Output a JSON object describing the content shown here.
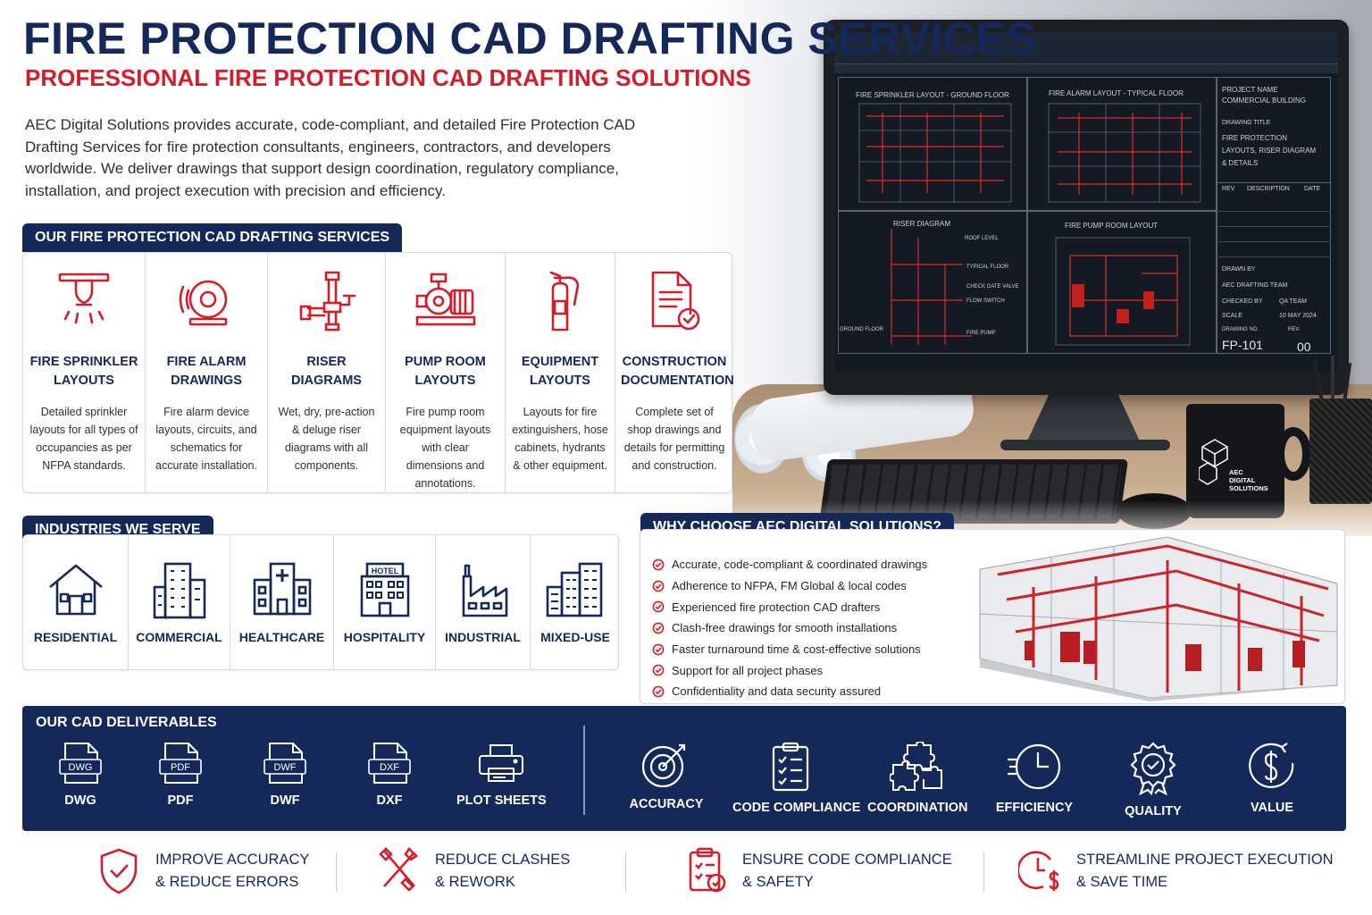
{
  "header": {
    "title": "FIRE PROTECTION CAD DRAFTING SERVICES",
    "subtitle": "PROFESSIONAL FIRE PROTECTION CAD DRAFTING SOLUTIONS",
    "intro": "AEC Digital Solutions provides accurate, code-compliant, and detailed Fire Protection CAD Drafting Services for fire protection consultants, engineers, contractors, and developers worldwide. We deliver drawings that support design coordination, regulatory compliance, installation, and project execution with precision and efficiency."
  },
  "services": {
    "heading": "OUR FIRE PROTECTION CAD DRAFTING SERVICES",
    "items": [
      {
        "title": "FIRE SPRINKLER LAYOUTS",
        "desc": "Detailed sprinkler layouts for all types of occupancies as per NFPA standards.",
        "icon": "sprinkler-icon"
      },
      {
        "title": "FIRE ALARM DRAWINGS",
        "desc": "Fire alarm device layouts, circuits, and schematics for accurate installation.",
        "icon": "alarm-bell-icon"
      },
      {
        "title": "RISER DIAGRAMS",
        "desc": "Wet, dry, pre-action & deluge riser diagrams with all components.",
        "icon": "riser-pipe-icon"
      },
      {
        "title": "PUMP ROOM LAYOUTS",
        "desc": "Fire pump room equipment layouts with clear dimensions and annotations.",
        "icon": "pump-icon"
      },
      {
        "title": "EQUIPMENT LAYOUTS",
        "desc": "Layouts for fire extinguishers, hose cabinets, hydrants & other equipment.",
        "icon": "extinguisher-icon"
      },
      {
        "title": "CONSTRUCTION DOCUMENTATION",
        "desc": "Complete set of shop drawings and details for permitting and construction.",
        "icon": "document-check-icon"
      }
    ]
  },
  "industries": {
    "heading": "INDUSTRIES WE SERVE",
    "items": [
      {
        "label": "RESIDENTIAL",
        "icon": "house-icon"
      },
      {
        "label": "COMMERCIAL",
        "icon": "office-building-icon"
      },
      {
        "label": "HEALTHCARE",
        "icon": "hospital-icon"
      },
      {
        "label": "HOSPITALITY",
        "icon": "hotel-icon"
      },
      {
        "label": "INDUSTRIAL",
        "icon": "factory-icon"
      },
      {
        "label": "MIXED-USE",
        "icon": "mixed-use-buildings-icon"
      }
    ],
    "hotel_sign": "HOTEL"
  },
  "why": {
    "heading": "WHY CHOOSE AEC DIGITAL SOLUTIONS?",
    "items": [
      "Accurate, code-compliant & coordinated drawings",
      "Adherence to NFPA, FM Global & local codes",
      "Experienced fire protection CAD drafters",
      "Clash-free drawings for smooth installations",
      "Faster turnaround time & cost-effective solutions",
      "Support for all project phases",
      "Confidentiality and data security assured"
    ]
  },
  "deliverables": {
    "heading": "OUR CAD DELIVERABLES",
    "files": [
      {
        "label": "DWG",
        "tag": "DWG"
      },
      {
        "label": "PDF",
        "tag": "PDF"
      },
      {
        "label": "DWF",
        "tag": "DWF"
      },
      {
        "label": "DXF",
        "tag": "DXF"
      },
      {
        "label": "PLOT SHEETS",
        "tag": ""
      }
    ],
    "values": [
      {
        "label": "ACCURACY",
        "icon": "target-icon"
      },
      {
        "label": "CODE COMPLIANCE",
        "icon": "checklist-icon"
      },
      {
        "label": "COORDINATION",
        "icon": "puzzle-icon"
      },
      {
        "label": "EFFICIENCY",
        "icon": "clock-icon"
      },
      {
        "label": "QUALITY",
        "icon": "quality-badge-icon"
      },
      {
        "label": "VALUE",
        "icon": "dollar-icon"
      }
    ]
  },
  "benefits": [
    {
      "line1": "IMPROVE ACCURACY",
      "line2": "& REDUCE ERRORS",
      "icon": "shield-check-icon"
    },
    {
      "line1": "REDUCE CLASHES",
      "line2": "& REWORK",
      "icon": "tools-icon"
    },
    {
      "line1": "ENSURE CODE COMPLIANCE",
      "line2": "& SAFETY",
      "icon": "clipboard-check-icon"
    },
    {
      "line1": "STREAMLINE PROJECT EXECUTION",
      "line2": "& SAVE TIME",
      "icon": "clock-dollar-icon"
    }
  ],
  "screen": {
    "panel1": "FIRE SPRINKLER LAYOUT - GROUND FLOOR",
    "panel2": "FIRE ALARM LAYOUT - TYPICAL FLOOR",
    "panel3": "RISER DIAGRAM",
    "panel4": "FIRE PUMP ROOM LAYOUT",
    "riser_roof": "ROOF LEVEL",
    "riser_typical": "TYPICAL FLOOR",
    "riser_check": "CHECK GATE VALVE",
    "riser_flow": "FLOW SWITCH",
    "riser_ground": "GROUND FLOOR",
    "riser_pump": "FIRE PUMP",
    "tb_project_label": "PROJECT NAME",
    "tb_project": "COMMERCIAL BUILDING",
    "tb_title_label": "DRAWING TITLE",
    "tb_title1": "FIRE PROTECTION",
    "tb_title2": "LAYOUTS, RISER DIAGRAM",
    "tb_title3": "& DETAILS",
    "tb_rev": "REV",
    "tb_desc": "DESCRIPTION",
    "tb_date": "DATE",
    "tb_drawn_label": "DRAWN BY",
    "tb_drawn": "AEC DRAFTING TEAM",
    "tb_checked_label": "CHECKED BY",
    "tb_checked": "QA TEAM",
    "tb_scale_label": "SCALE",
    "tb_scale_date": "10 MAY 2024",
    "tb_no_label": "DRAWING NO.",
    "tb_rev_label": "REV.",
    "tb_no": "FP-101",
    "tb_rev_no": "00"
  },
  "mug": {
    "line1": "AEC",
    "line2": "DIGITAL",
    "line3": "SOLUTIONS"
  },
  "colors": {
    "navy": "#14285a",
    "red": "#d01f2a"
  }
}
